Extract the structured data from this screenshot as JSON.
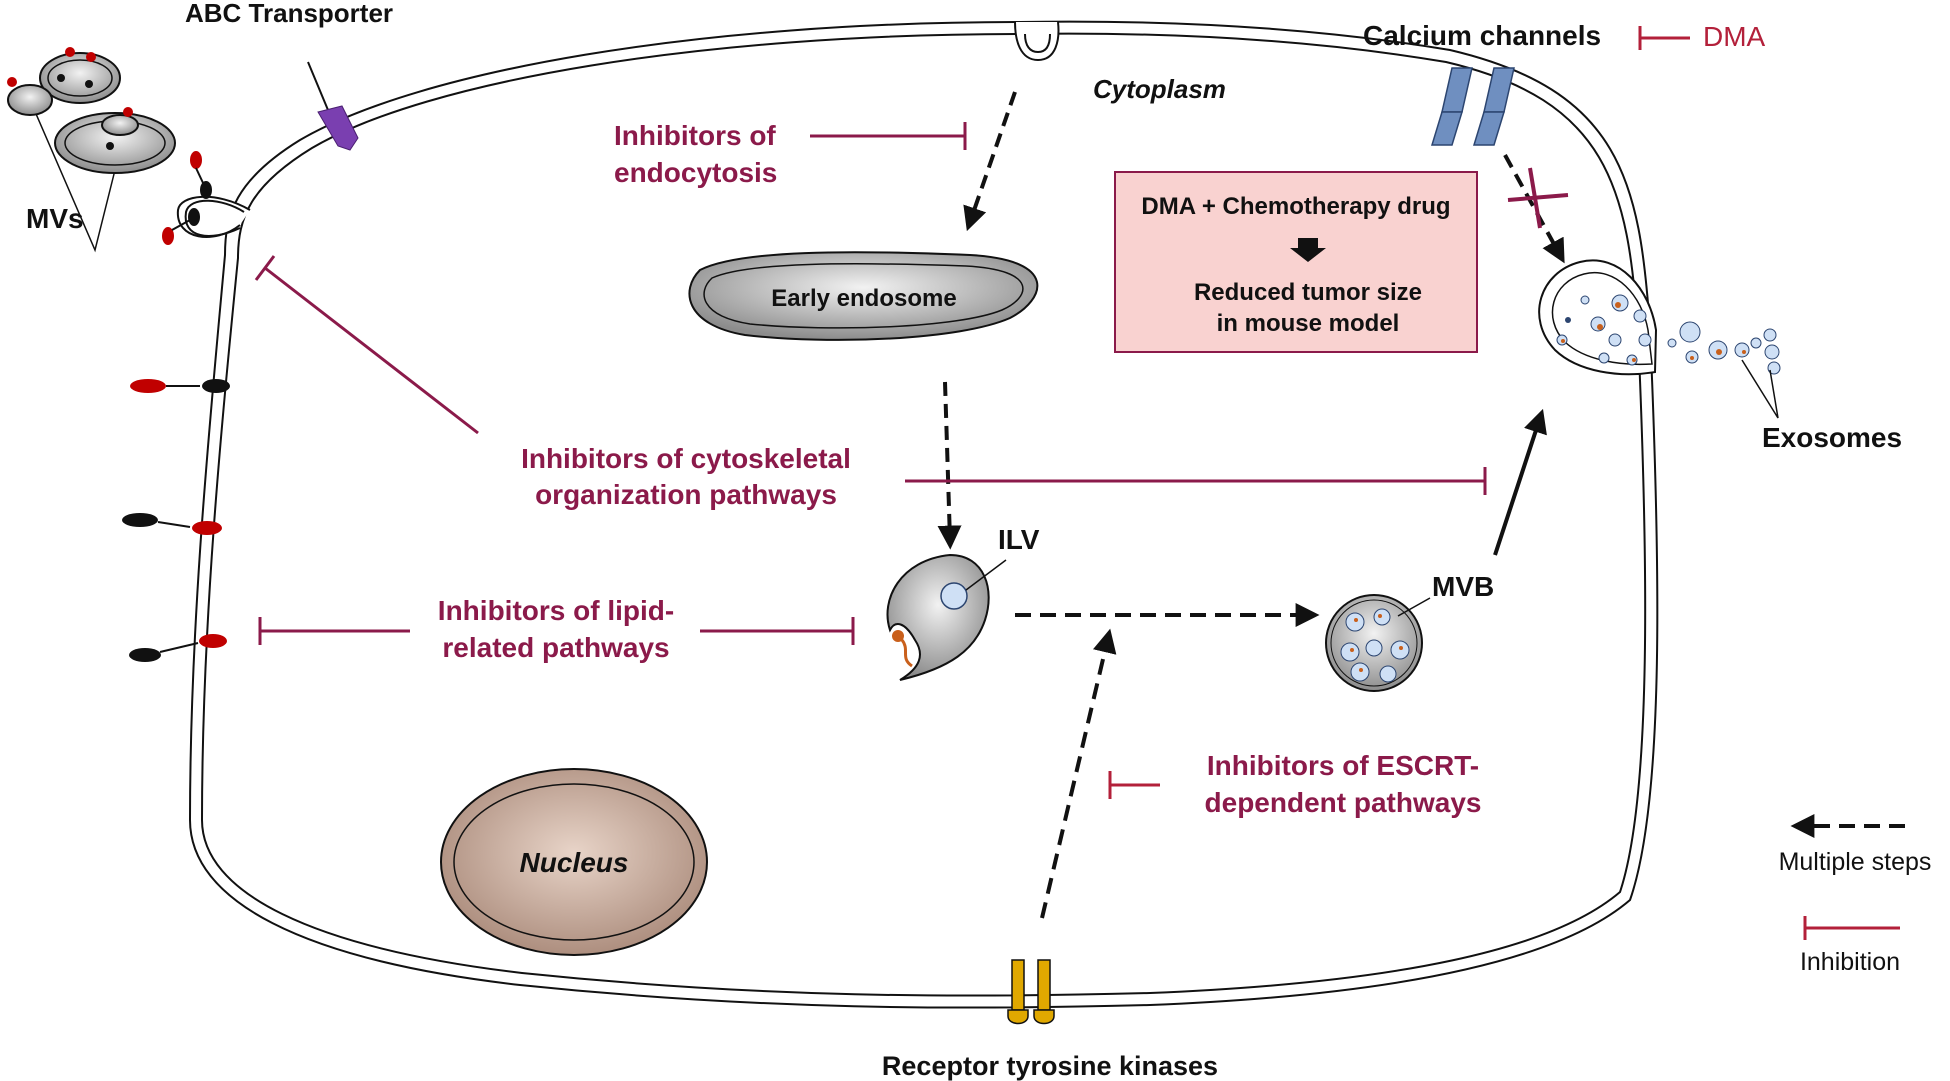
{
  "labels": {
    "abc_transporter": "ABC Transporter",
    "mvs": "MVs",
    "cytoplasm": "Cytoplasm",
    "calcium_channels": "Calcium channels",
    "dma": "DMA",
    "inhibitors_endocytosis_1": "Inhibitors of",
    "inhibitors_endocytosis_2": "endocytosis",
    "dma_box_1": "DMA + Chemotherapy drug",
    "dma_box_2": "Reduced tumor size",
    "dma_box_3": "in mouse model",
    "early_endosome": "Early  endosome",
    "exosomes": "Exosomes",
    "cytoskeletal_1": "Inhibitors of cytoskeletal",
    "cytoskeletal_2": "organization  pathways",
    "ilv": "ILV",
    "mvb": "MVB",
    "lipid_1": "Inhibitors of lipid-",
    "lipid_2": "related pathways",
    "escrt_1": "Inhibitors of ESCRT-",
    "escrt_2": "dependent pathways",
    "nucleus": "Nucleus",
    "rtk": "Receptor tyrosine kinases",
    "legend_multiple_steps": "Multiple steps",
    "legend_inhibition": "Inhibition"
  },
  "colors": {
    "inhibition": "#8b1a4a",
    "dma_red": "#b3203a",
    "dma_box_fill": "#f9d2d0",
    "channel_blue": "#6f8fc0",
    "abc_purple": "#7a3fb0",
    "rtk_gold": "#e0a800",
    "cargo_orange": "#c9601c",
    "vesicle_blue": "#cfe0f5"
  },
  "icons": {
    "inhibition_bar": "t-bar-arrow",
    "multiple_steps": "dashed-arrow",
    "blocked": "x-mark"
  }
}
